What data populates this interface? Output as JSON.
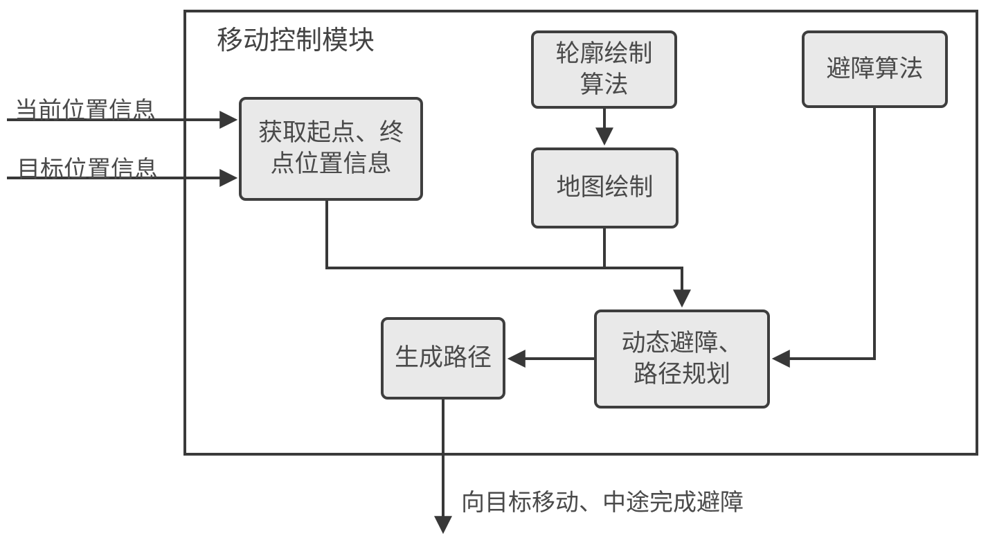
{
  "diagram": {
    "title": "移动控制模块",
    "inputs": [
      {
        "label": "当前位置信息"
      },
      {
        "label": "目标位置信息"
      }
    ],
    "nodes": [
      {
        "id": "get-start-end-position",
        "label": "获取起点、终\n点位置信息"
      },
      {
        "id": "contour-drawing-algorithm",
        "label": "轮廓绘制\n算法"
      },
      {
        "id": "map-drawing",
        "label": "地图绘制"
      },
      {
        "id": "obstacle-avoidance-algorithm",
        "label": "避障算法"
      },
      {
        "id": "dynamic-avoidance-path-planning",
        "label": "动态避障、\n路径规划"
      },
      {
        "id": "generate-path",
        "label": "生成路径"
      }
    ],
    "output_caption": "向目标移动、中途完成避障",
    "colors": {
      "node_fill": "#e9e9e9",
      "node_border": "#3e3e3e",
      "connector": "#383838",
      "text": "#4a4a4a"
    }
  }
}
